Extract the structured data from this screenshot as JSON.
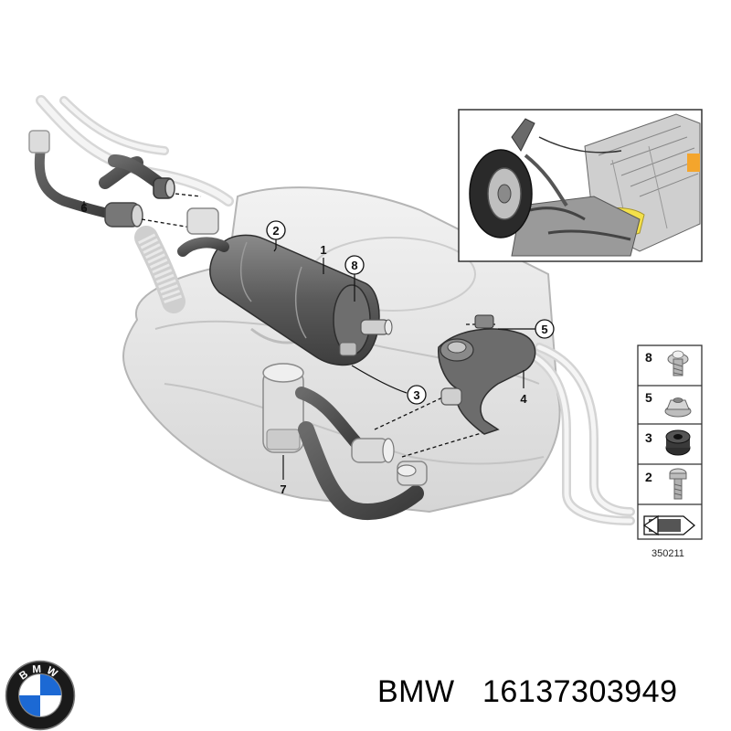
{
  "callouts": [
    "1",
    "2",
    "3",
    "4",
    "5",
    "6",
    "7",
    "8"
  ],
  "legend": [
    {
      "number": "8",
      "icon": "screw-icon"
    },
    {
      "number": "5",
      "icon": "nut-icon"
    },
    {
      "number": "3",
      "icon": "grommet-icon"
    },
    {
      "number": "2",
      "icon": "bolt-icon"
    }
  ],
  "reference_code": "350211",
  "footer": {
    "brand": "BMW",
    "part_number": "16137303949"
  },
  "logo": {
    "letters": "BMW",
    "colors": {
      "ring": "#1a1a1a",
      "blue": "#1c69d4",
      "white": "#ffffff"
    }
  }
}
